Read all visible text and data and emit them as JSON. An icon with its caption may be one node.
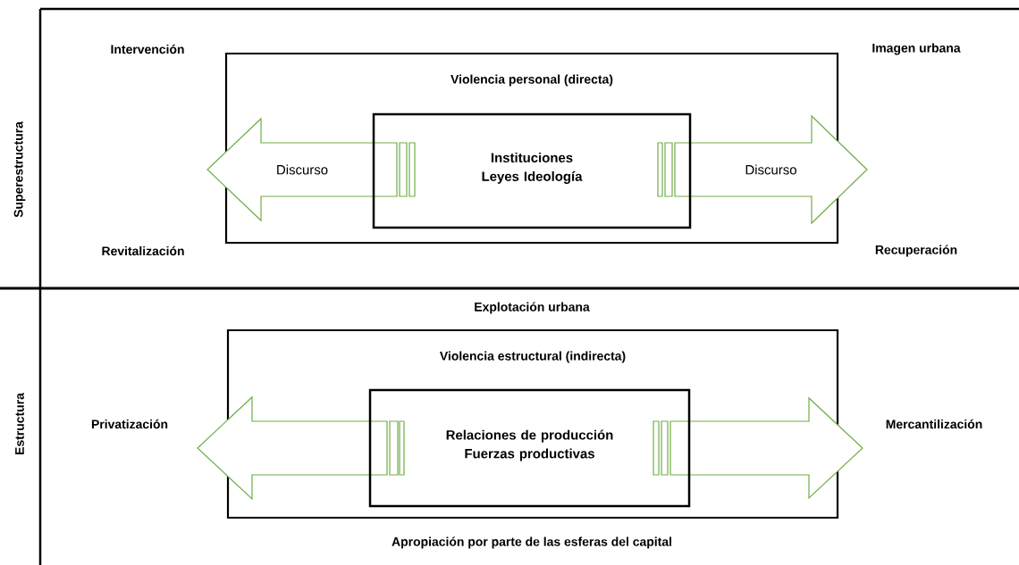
{
  "diagram": {
    "nodes": [
      {
        "text": [
          "Violencia personal (directa)"
        ]
      },
      {
        "text": [
          "Instituciones Leyes Ideología"
        ],
        "in": 0
      },
      {
        "text": [
          "Discurso"
        ]
      },
      {
        "text": [
          "Discurso"
        ]
      },
      {
        "text": [
          "Violencia estructural (indirecta)"
        ]
      },
      {
        "text": [
          "Relaciones de producción Fuerzas productivas"
        ],
        "in": 4
      },
      {
        "text": [],
        "shape": "arrow"
      },
      {
        "text": [],
        "shape": "arrow"
      }
    ],
    "labels": [
      "Intervención",
      "Imagen urbana",
      "Superestructura",
      "Revitalización",
      "Recuperación",
      "Explotación urbana",
      "Estructura",
      "Privatización",
      "Mercantilización",
      "Apropiación por parte de las esferas del capital"
    ]
  }
}
